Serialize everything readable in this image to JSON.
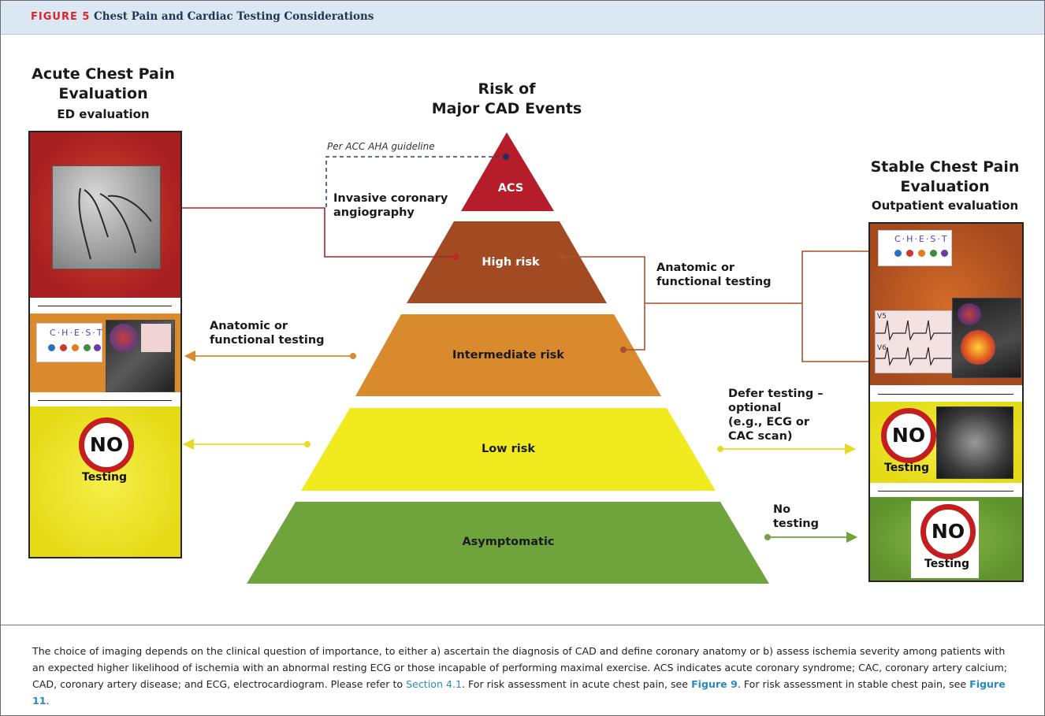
{
  "header": {
    "figure_label": "FIGURE 5",
    "title": "Chest Pain and Cardiac Testing Considerations"
  },
  "left": {
    "title_line1": "Acute Chest Pain",
    "title_line2": "Evaluation",
    "subtitle": "ED evaluation",
    "no_label": "NO",
    "testing_label": "Testing",
    "chest_text": "C·H·E·S·T"
  },
  "center": {
    "title_line1": "Risk of",
    "title_line2": "Major CAD Events",
    "guideline_note": "Per ACC AHA guideline",
    "tiers": [
      "ACS",
      "High risk",
      "Intermediate risk",
      "Low risk",
      "Asymptomatic"
    ]
  },
  "right": {
    "title_line1": "Stable Chest Pain",
    "title_line2": "Evaluation",
    "subtitle": "Outpatient evaluation",
    "no_label": "NO",
    "testing_label": "Testing",
    "chest_text": "C·H·E·S·T",
    "ecg_v5": "V5",
    "ecg_v6": "V6"
  },
  "labels": {
    "invasive": [
      "Invasive coronary",
      "angiography"
    ],
    "anatomic_right": [
      "Anatomic or",
      "functional testing"
    ],
    "anatomic_left": [
      "Anatomic or",
      "functional testing"
    ],
    "defer": [
      "Defer testing –",
      "optional",
      "(e.g., ECG or",
      "CAC scan)"
    ],
    "no_testing": [
      "No",
      "testing"
    ]
  },
  "caption": {
    "text_main": "The choice of imaging depends on the clinical question of importance, to either a) ascertain the diagnosis of CAD and define coronary anatomy or b) assess ischemia severity among patients with an expected higher likelihood of ischemia with an abnormal resting ECG or those incapable of performing maximal exercise. ACS indicates acute coronary syndrome; CAC, coronary artery calcium; CAD, coronary artery disease; and ECG, electrocardiogram. Please refer to ",
    "section_link": "Section 4.1",
    "text_mid1": ". For risk assessment in acute chest pain, see ",
    "figure9_link": "Figure 9",
    "text_mid2": ". For risk assessment in stable chest pain, see ",
    "figure11_link": "Figure 11",
    "text_end": "."
  },
  "colors": {
    "acs": "#b51d2a",
    "high": "#a24a22",
    "intermediate": "#d98a2c",
    "low": "#f0ea1e",
    "asymptomatic": "#6fa43c"
  }
}
